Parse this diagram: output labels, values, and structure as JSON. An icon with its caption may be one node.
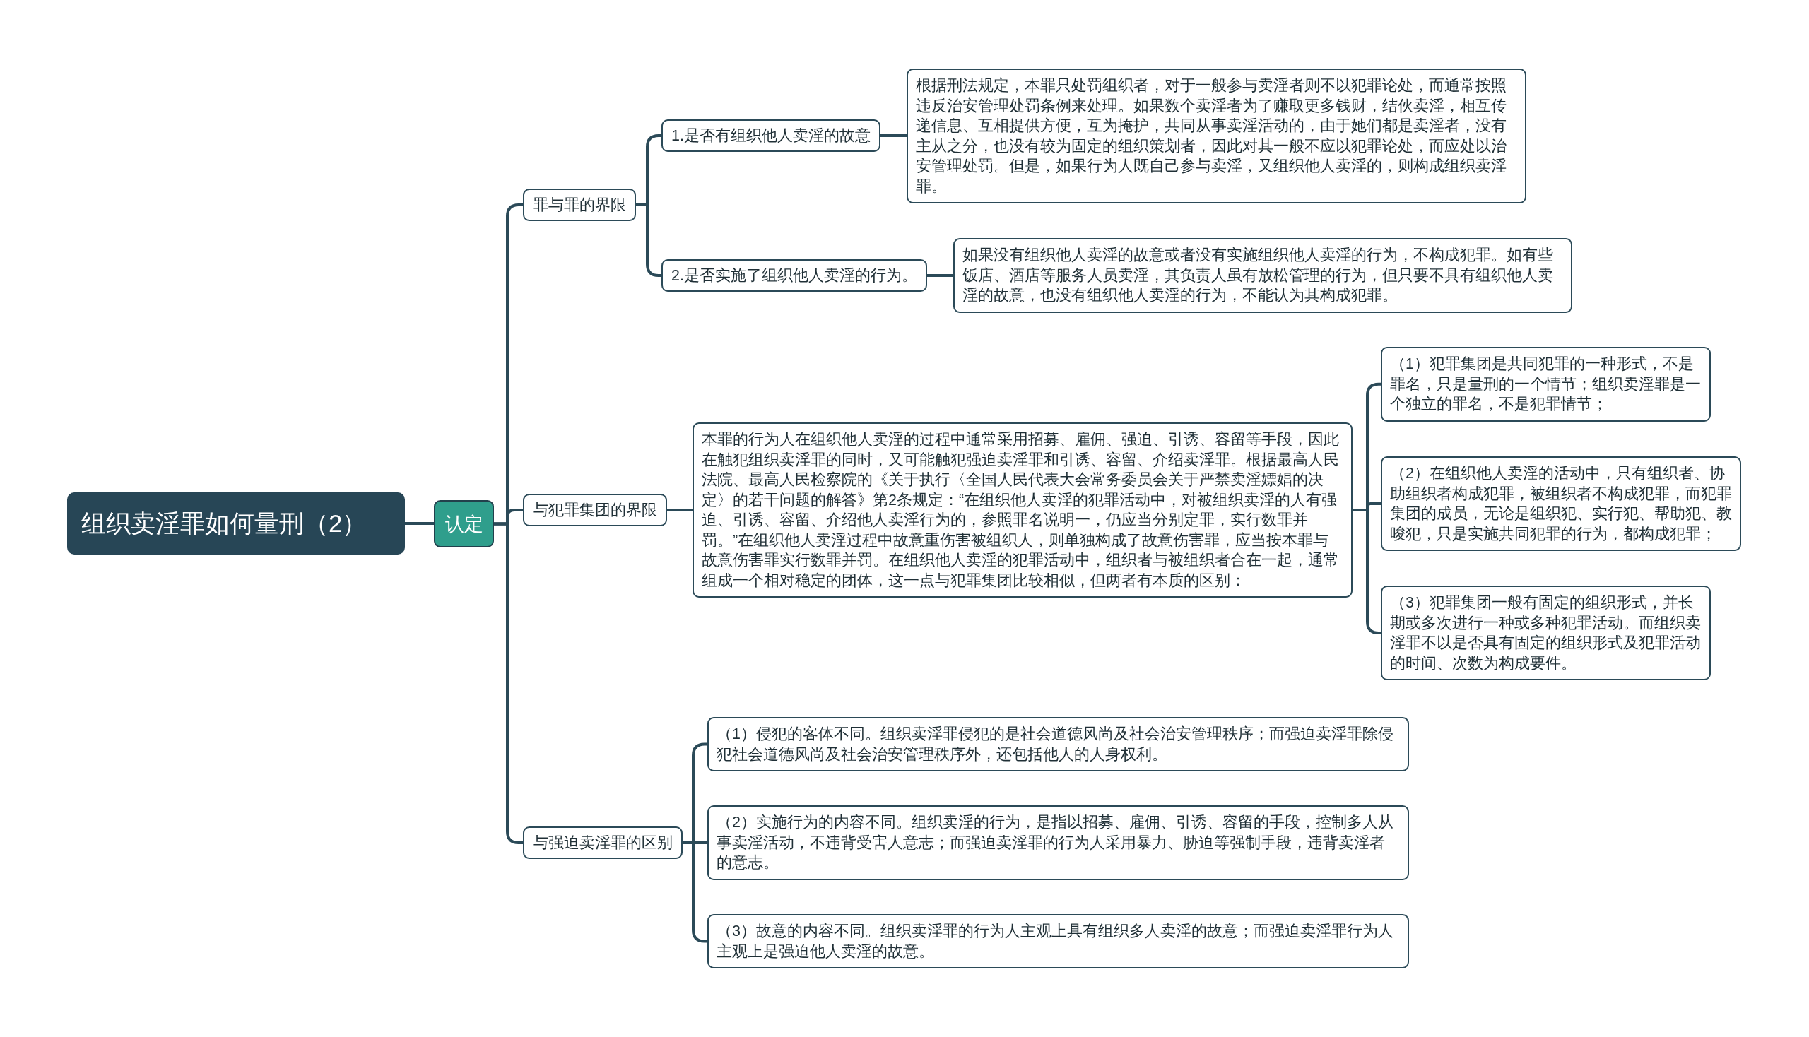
{
  "diagram": {
    "nodes": [
      {
        "text": [
          "组织卖淫罪如何量刑（2）"
        ]
      },
      {
        "text": [
          "认定"
        ]
      },
      {
        "text": [
          "罪与罪的界限"
        ]
      },
      {
        "text": [
          "1.是否有组织他人卖淫的故意"
        ]
      },
      {
        "text": [
          "根据刑法规定，本罪只处罚组织者，对于一般参与卖淫者则不以犯罪论处，而通常按照违反治安管理处罚条例来处理。如果数个卖淫者为了赚取更多钱财，结伙卖淫，相互传递信息、互相提供方便，互为掩护，共同从事卖淫活动的，由于她们都是卖淫者，没有主从之分，也没有较为固定的组织策划者，因此对其一般不应以犯罪论处，而应处以治安管理处罚。但是，如果行为人既自己参与卖淫，又组织他人卖淫的，则构成组织卖淫罪。"
        ]
      },
      {
        "text": [
          "2.是否实施了组织他人卖淫的行为。"
        ]
      },
      {
        "text": [
          "如果没有组织他人卖淫的故意或者没有实施组织他人卖淫的行为，不构成犯罪。如有些饭店、酒店等服务人员卖淫，其负责人虽有放松管理的行为，但只要不具有组织他人卖淫的故意，也没有组织他人卖淫的行为，不能认为其构成犯罪。"
        ]
      },
      {
        "text": [
          "与犯罪集团的界限"
        ]
      },
      {
        "text": [
          "本罪的行为人在组织他人卖淫的过程中通常采用招募、雇佣、强迫、引诱、容留等手段，因此在触犯组织卖淫罪的同时，又可能触犯强迫卖淫罪和引诱、容留、介绍卖淫罪。根据最高人民法院、最高人民检察院的《关于执行〈全国人民代表大会常务委员会关于严禁卖淫嫖娼的决定〉的若干问题的解答》第2条规定：“在组织他人卖淫的犯罪活动中，对被组织卖淫的人有强迫、引诱、容留、介绍他人卖淫行为的，参照罪名说明一，仍应当分别定罪，实行数罪并罚。”在组织他人卖淫过程中故意重伤害被组织人，则单独构成了故意伤害罪，应当按本罪与故意伤害罪实行数罪并罚。在组织他人卖淫的犯罪活动中，组织者与被组织者合在一起，通常组成一个相对稳定的团体，这一点与犯罪集团比较相似，但两者有本质的区别："
        ]
      },
      {
        "text": [
          "（1）犯罪集团是共同犯罪的一种形式，不是罪名，只是量刑的一个情节；组织卖淫罪是一个独立的罪名，不是犯罪情节；"
        ]
      },
      {
        "text": [
          "（2）在组织他人卖淫的活动中，只有组织者、协助组织者构成犯罪，被组织者不构成犯罪，而犯罪集团的成员，无论是组织犯、实行犯、帮助犯、教唆犯，只是实施共同犯罪的行为，都构成犯罪；"
        ]
      },
      {
        "text": [
          "（3）犯罪集团一般有固定的组织形式，并长期或多次进行一种或多种犯罪活动。而组织卖淫罪不以是否具有固定的组织形式及犯罪活动的时间、次数为构成要件。"
        ]
      },
      {
        "text": [
          "与强迫卖淫罪的区别"
        ]
      },
      {
        "text": [
          "（1）侵犯的客体不同。组织卖淫罪侵犯的是社会道德风尚及社会治安管理秩序；而强迫卖淫罪除侵犯社会道德风尚及社会治安管理秩序外，还包括他人的人身权利。"
        ]
      },
      {
        "text": [
          "（2）实施行为的内容不同。组织卖淫的行为，是指以招募、雇佣、引诱、容留的手段，控制多人从事卖淫活动，不违背受害人意志；而强迫卖淫罪的行为人采用暴力、胁迫等强制手段，违背卖淫者的意志。"
        ]
      },
      {
        "text": [
          "（3）故意的内容不同。组织卖淫罪的行为人主观上具有组织多人卖淫的故意；而强迫卖淫罪行为人主观上是强迫他人卖淫的故意。"
        ]
      }
    ],
    "edges": [
      {
        "from": 0,
        "to": 1,
        "arrow": "none"
      },
      {
        "from": 1,
        "to": 2,
        "arrow": "none"
      },
      {
        "from": 1,
        "to": 7,
        "arrow": "none"
      },
      {
        "from": 1,
        "to": 12,
        "arrow": "none"
      },
      {
        "from": 2,
        "to": 3,
        "arrow": "none"
      },
      {
        "from": 2,
        "to": 5,
        "arrow": "none"
      },
      {
        "from": 3,
        "to": 4,
        "arrow": "none"
      },
      {
        "from": 5,
        "to": 6,
        "arrow": "none"
      },
      {
        "from": 7,
        "to": 8,
        "arrow": "none"
      },
      {
        "from": 8,
        "to": 9,
        "arrow": "none"
      },
      {
        "from": 8,
        "to": 10,
        "arrow": "none"
      },
      {
        "from": 8,
        "to": 11,
        "arrow": "none"
      },
      {
        "from": 12,
        "to": 13,
        "arrow": "none"
      },
      {
        "from": 12,
        "to": 14,
        "arrow": "none"
      },
      {
        "from": 12,
        "to": 15,
        "arrow": "none"
      }
    ]
  }
}
